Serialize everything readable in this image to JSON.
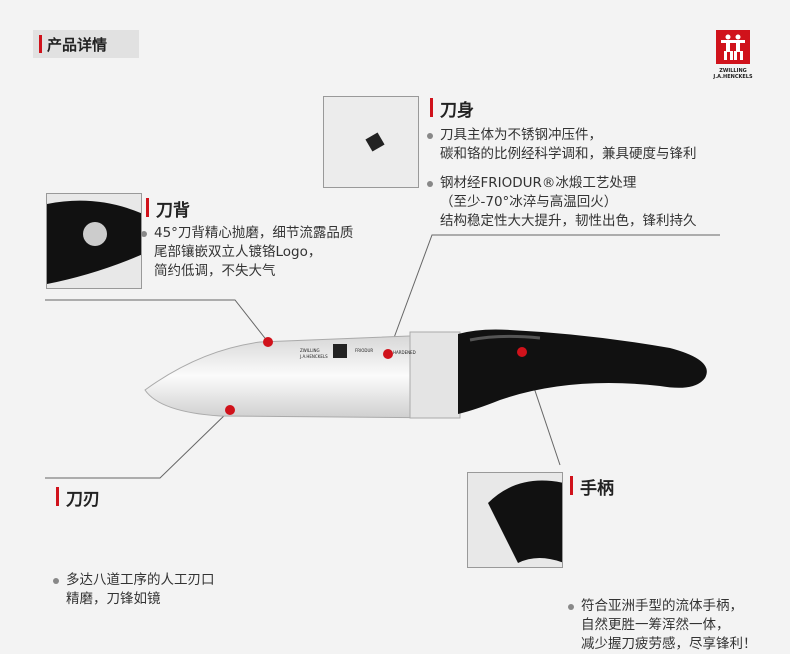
{
  "header": {
    "title": "产品详情"
  },
  "brand": {
    "line1": "ZWILLING",
    "line2": "J.A.HENCKELS",
    "color": "#d0121b"
  },
  "blade": {
    "title": "刀身",
    "bullets": [
      [
        "刀具主体为不锈钢冲压件，",
        "碳和铬的比例经科学调和，兼具硬度与锋利"
      ],
      [
        "钢材经FRIODUR®冰煅工艺处理",
        "（至少-70°冰淬与高温回火）",
        "结构稳定性大大提升，韧性出色，锋利持久"
      ]
    ]
  },
  "spine": {
    "title": "刀背",
    "lines": [
      "45°刀背精心抛磨，细节流露品质",
      "尾部镶嵌双立人镀铬Logo，",
      "简约低调，不失大气"
    ]
  },
  "edge": {
    "title": "刀刃",
    "lines": [
      "多达八道工序的人工刃口",
      "精磨，刀锋如镜"
    ]
  },
  "handle": {
    "title": "手柄",
    "lines": [
      "符合亚洲手型的流体手柄，",
      "自然更胜一筹浑然一体，",
      "减少握刀疲劳感，尽享锋利！"
    ]
  },
  "knife_print": {
    "a": "ZWILLING",
    "b": "J.A.HENCKELS",
    "c": "FRIODUR",
    "d": "HARDENED"
  }
}
